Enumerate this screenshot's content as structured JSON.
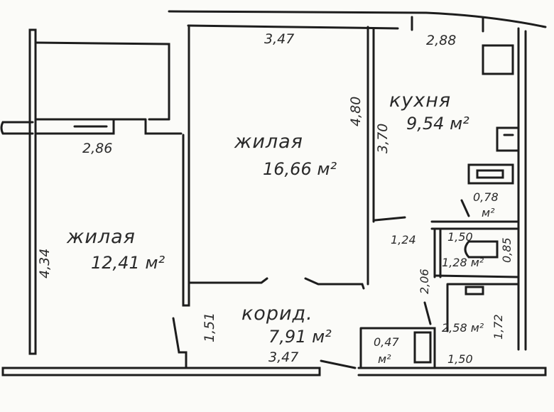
{
  "rooms": {
    "living_large": {
      "name": "жилая",
      "area": "16,66 м²"
    },
    "living_small": {
      "name": "жилая",
      "area": "12,41 м²"
    },
    "kitchen": {
      "name": "кухня",
      "area": "9,54 м²"
    },
    "corridor": {
      "name": "корид.",
      "area": "7,91 м²"
    },
    "wc": {
      "area": "1,28 м²"
    },
    "bath": {
      "area": "2,58 м²"
    },
    "closet_kitchen": {
      "area_value": "0,78",
      "area_unit": "м²"
    },
    "closet_corridor": {
      "area_value": "0,47",
      "area_unit": "м²"
    }
  },
  "dimensions": {
    "top_living": "3,47",
    "top_kitchen": "2,88",
    "living_large_height": "4,80",
    "kitchen_height": "3,70",
    "balcony_width": "2,86",
    "living_small_height": "4,34",
    "corridor_depth": "1,51",
    "corridor_bottom": "3,47",
    "wc_door": "1,24",
    "wc_width": "1,50",
    "wc_height": "0,85",
    "bath_wall": "2,06",
    "bath_height": "1,72",
    "bath_width": "1,50"
  }
}
